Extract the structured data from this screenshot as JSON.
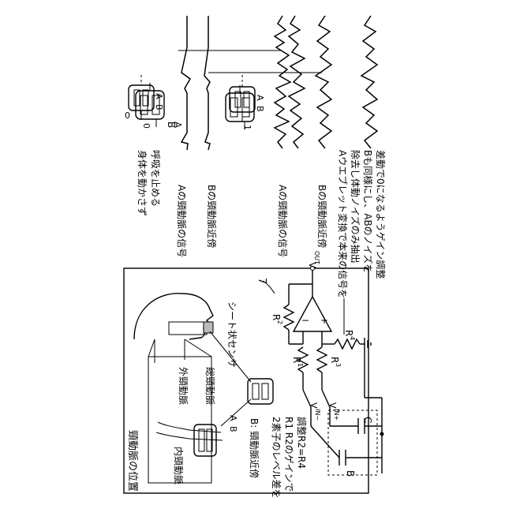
{
  "labels": {
    "panel_title": "頸動脈の位置",
    "internal_carotid": "内頸動脈",
    "external_carotid": "外頸動脈",
    "common_carotid": "総頸動脈",
    "sheet_sensor": "シート状センサ",
    "sensor_b_caption": "B: 頸動脈近傍",
    "adjust_note_1": "2素子のレベル差を",
    "adjust_note_2": "R1 R2のゲインで",
    "adjust_note_3": "調整R2=R4",
    "circuit_number": "7",
    "wavelet_note_1": "Aウエブレット変換で本来の信号を",
    "wavelet_note_2": "除去し体動ノイズのみ抽出",
    "wavelet_note_3": "Bも同様にし、ABのノイズを",
    "wavelet_note_4": "差動で0になるようゲイン調整",
    "cond_1": "身体を動かさず",
    "cond_2": "呼吸を止める",
    "sig_a_carotid": "Aの頸動脈の信号",
    "sig_b_near": "Bの頸動脈近傍",
    "sig_a_carotid_2": "Aの頸動脈の信号",
    "sig_b_near_2": "Bの頸動脈近傍"
  },
  "component_labels": {
    "r1": "R",
    "r1_sub": "1",
    "r2": "R",
    "r2_sub": "2",
    "r3": "R",
    "r3_sub": "3",
    "r4": "R",
    "r4_sub": "4",
    "vout": "V",
    "vout_sub": "OUT",
    "vin_minus": "V",
    "vin_minus_sub": "IN−",
    "vin_plus": "V",
    "vin_plus_sub": "IN+",
    "minus_sign": "−",
    "plus_sign": "+",
    "elem_b": "B",
    "elem_c": "C"
  },
  "sensor_labels": {
    "a": "A",
    "b": "B",
    "zero": "0",
    "one": "1"
  }
}
